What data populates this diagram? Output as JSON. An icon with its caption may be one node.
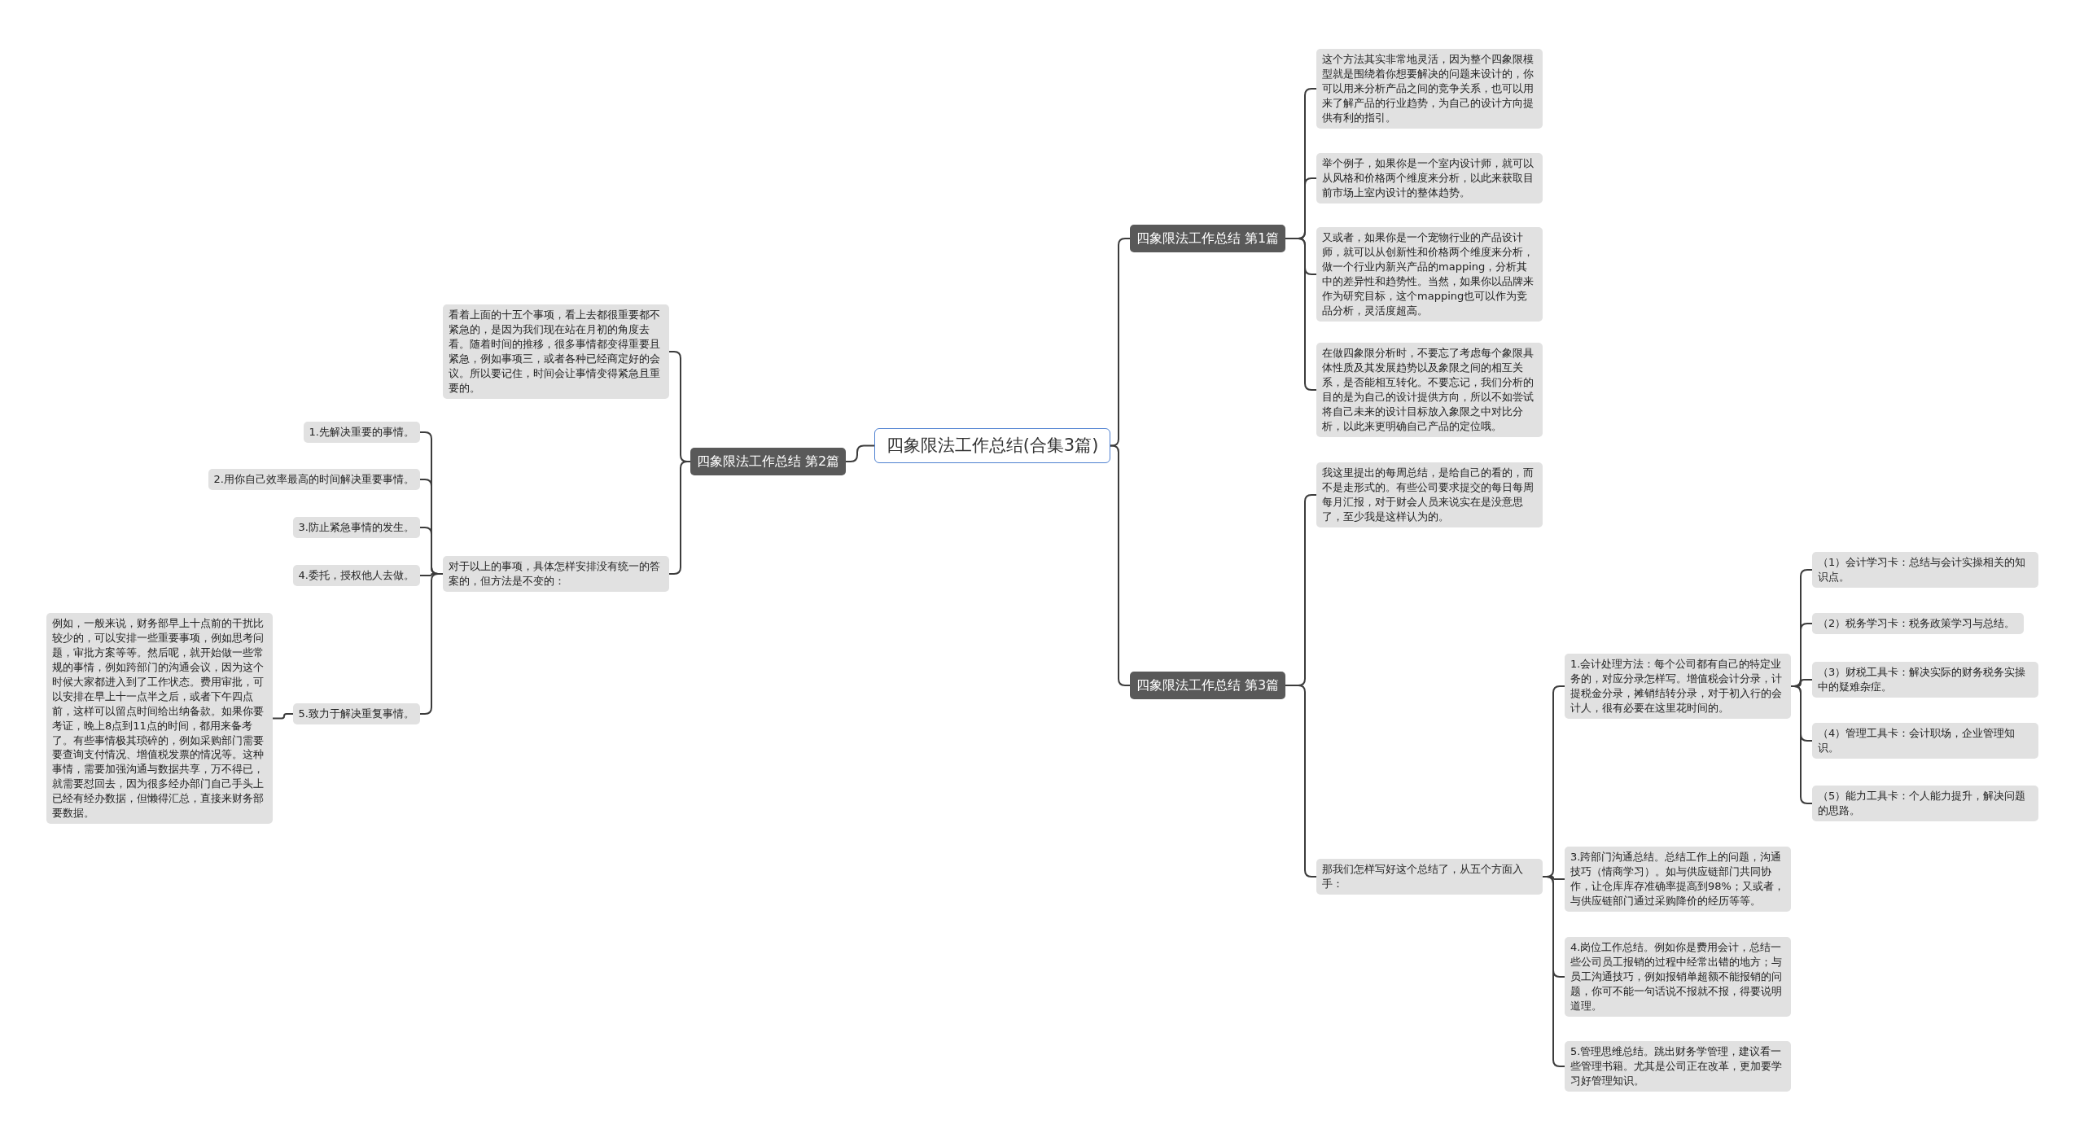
{
  "diagram": {
    "nodes": [
      {
        "text": [
          "四象限法工作总结(合集3篇)"
        ]
      },
      {
        "text": [
          "四象限法工作总结 第1篇"
        ]
      },
      {
        "text": [
          "这个方法其实非常地灵活，因为整个四象限模型就是围绕着你想要解决的问题来设计的，你可以用来分析产品之间的竞争关系，也可以用来了解产品的行业趋势，为自己的设计方向提供有利的指引。"
        ]
      },
      {
        "text": [
          "举个例子，如果你是一个室内设计师，就可以从风格和价格两个维度来分析，以此来获取目前市场上室内设计的整体趋势。"
        ]
      },
      {
        "text": [
          "又或者，如果你是一个宠物行业的产品设计师，就可以从创新性和价格两个维度来分析，做一个行业内新兴产品的mapping，分析其中的差异性和趋势性。当然，如果你以品牌来作为研究目标，这个mapping也可以作为竞品分析，灵活度超高。"
        ]
      },
      {
        "text": [
          "在做四象限分析时，不要忘了考虑每个象限具体性质及其发展趋势以及象限之间的相互关系，是否能相互转化。不要忘记，我们分析的目的是为自己的设计提供方向，所以不如尝试将自己未来的设计目标放入象限之中对比分析，以此来更明确自己产品的定位哦。"
        ]
      },
      {
        "text": [
          "四象限法工作总结 第2篇"
        ]
      },
      {
        "text": [
          "看着上面的十五个事项，看上去都很重要都不紧急的，是因为我们现在站在月初的角度去看。随着时间的推移，很多事情都变得重要且紧急，例如事项三，或者各种已经商定好的会议。所以要记住，时间会让事情变得紧急且重要的。"
        ]
      },
      {
        "text": [
          "对于以上的事项，具体怎样安排没有统一的答案的，但方法是不变的："
        ]
      },
      {
        "text": [
          "1.先解决重要的事情。"
        ]
      },
      {
        "text": [
          "2.用你自己效率最高的时间解决重要事情。"
        ]
      },
      {
        "text": [
          "3.防止紧急事情的发生。"
        ]
      },
      {
        "text": [
          "4.委托，授权他人去做。"
        ]
      },
      {
        "text": [
          "5.致力于解决重复事情。"
        ]
      },
      {
        "text": [
          "例如，一般来说，财务部早上十点前的干扰比较少的，可以安排一些重要事项，例如思考问题，审批方案等等。然后呢，就开始做一些常规的事情，例如跨部门的沟通会议，因为这个时候大家都进入到了工作状态。费用审批，可以安排在早上十一点半之后，或者下午四点前，这样可以留点时间给出纳备款。如果你要考证，晚上8点到11点的时间，都用来备考了。有些事情极其琐碎的，例如采购部门需要要查询支付情况、增值税发票的情况等。这种事情，需要加强沟通与数据共享，万不得已，就需要怼回去，因为很多经办部门自己手头上已经有经办数据，但懒得汇总，直接来财务部要数据。"
        ]
      },
      {
        "text": [
          "四象限法工作总结 第3篇"
        ]
      },
      {
        "text": [
          "我这里提出的每周总结，是给自己的看的，而不是走形式的。有些公司要求提交的每日每周每月汇报，对于财会人员来说实在是没意思了，至少我是这样认为的。"
        ]
      },
      {
        "text": [
          "那我们怎样写好这个总结了，从五个方面入手："
        ]
      },
      {
        "text": [
          "1.会计处理方法：每个公司都有自己的特定业务的，对应分录怎样写。增值税会计分录，计提税金分录，摊销结转分录，对于初入行的会计人，很有必要在这里花时间的。"
        ]
      },
      {
        "text": [
          "（1）会计学习卡：总结与会计实操相关的知识点。"
        ]
      },
      {
        "text": [
          "（2）税务学习卡：税务政策学习与总结。"
        ]
      },
      {
        "text": [
          "（3）财税工具卡：解决实际的财务税务实操中的疑难杂症。"
        ]
      },
      {
        "text": [
          "（4）管理工具卡：会计职场，企业管理知识。"
        ]
      },
      {
        "text": [
          "（5）能力工具卡：个人能力提升，解决问题的思路。"
        ]
      },
      {
        "text": [
          "3.跨部门沟通总结。总结工作上的问题，沟通技巧（情商学习）。如与供应链部门共同协作，让仓库库存准确率提高到98%；又或者，与供应链部门通过采购降价的经历等等。"
        ]
      },
      {
        "text": [
          "4.岗位工作总结。例如你是费用会计，总结一些公司员工报销的过程中经常出错的地方；与员工沟通技巧，例如报销单超额不能报销的问题，你可不能一句话说不报就不报，得要说明道理。"
        ]
      },
      {
        "text": [
          "5.管理思维总结。跳出财务学管理，建议看一些管理书籍。尤其是公司正在改革，更加要学习好管理知识。"
        ]
      }
    ],
    "edges": [
      {
        "from": 0,
        "to": 1,
        "arrow": "none"
      },
      {
        "from": 1,
        "to": 2,
        "arrow": "none"
      },
      {
        "from": 1,
        "to": 3,
        "arrow": "none"
      },
      {
        "from": 1,
        "to": 4,
        "arrow": "none"
      },
      {
        "from": 1,
        "to": 5,
        "arrow": "none"
      },
      {
        "from": 0,
        "to": 6,
        "arrow": "none"
      },
      {
        "from": 6,
        "to": 7,
        "arrow": "none"
      },
      {
        "from": 6,
        "to": 8,
        "arrow": "none"
      },
      {
        "from": 8,
        "to": 9,
        "arrow": "none"
      },
      {
        "from": 8,
        "to": 10,
        "arrow": "none"
      },
      {
        "from": 8,
        "to": 11,
        "arrow": "none"
      },
      {
        "from": 8,
        "to": 12,
        "arrow": "none"
      },
      {
        "from": 8,
        "to": 13,
        "arrow": "none"
      },
      {
        "from": 13,
        "to": 14,
        "arrow": "none"
      },
      {
        "from": 0,
        "to": 15,
        "arrow": "none"
      },
      {
        "from": 15,
        "to": 16,
        "arrow": "none"
      },
      {
        "from": 15,
        "to": 17,
        "arrow": "none"
      },
      {
        "from": 17,
        "to": 18,
        "arrow": "none"
      },
      {
        "from": 18,
        "to": 19,
        "arrow": "none"
      },
      {
        "from": 18,
        "to": 20,
        "arrow": "none"
      },
      {
        "from": 18,
        "to": 21,
        "arrow": "none"
      },
      {
        "from": 18,
        "to": 22,
        "arrow": "none"
      },
      {
        "from": 18,
        "to": 23,
        "arrow": "none"
      },
      {
        "from": 17,
        "to": 24,
        "arrow": "none"
      },
      {
        "from": 17,
        "to": 25,
        "arrow": "none"
      },
      {
        "from": 17,
        "to": 26,
        "arrow": "none"
      }
    ]
  }
}
